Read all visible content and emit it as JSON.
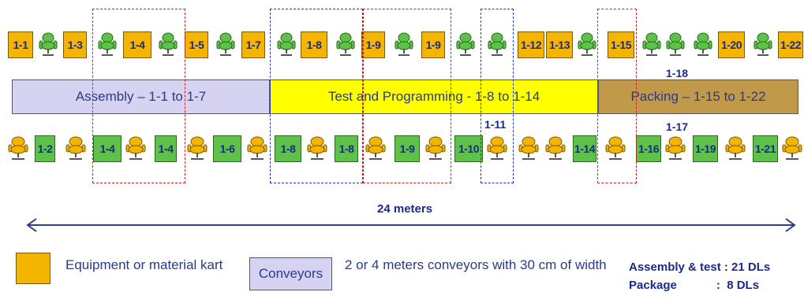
{
  "top_row_labels": [
    "1-1",
    "1-3",
    "1-4",
    "1-5",
    "1-7",
    "1-8",
    "1-9",
    "1-9",
    "1-12",
    "1-13",
    "1-15",
    "1-20",
    "1-22"
  ],
  "bottom_row_labels": [
    "1-2",
    "1-4",
    "1-4",
    "1-6",
    "1-8",
    "1-8",
    "1-9",
    "1-10",
    "1-14",
    "1-16",
    "1-19",
    "1-21"
  ],
  "floating_labels": {
    "top_extra": "1-18",
    "mid_extra": "1-11",
    "bottom_extra": "1-17"
  },
  "conveyors": {
    "assembly": "Assembly – 1-1 to 1-7",
    "test": "Test and Programming  - 1-8 to 1-14",
    "packing": "Packing – 1-15 to 1-22"
  },
  "dimension": {
    "label": "24 meters"
  },
  "legend": {
    "equipment": "Equipment or material kart",
    "conveyor_swatch": "Conveyors",
    "conveyor_desc": "2 or 4 meters conveyors with 30 cm of width"
  },
  "summary": {
    "line1": "Assembly  & test : 21 DLs",
    "line2": "Package            :  8 DLs"
  },
  "colors": {
    "equipment": "#f5b400",
    "workstation": "#5ec24a",
    "assembly_conveyor": "#d6d3f2",
    "test_conveyor": "#ffff00",
    "packing_conveyor": "#c09a4a",
    "red_dash": "#cc2222",
    "blue_dash": "#2233cc",
    "arrow": "#2e3a8c"
  },
  "icons": {
    "operator_chair_top": "green-operator-chair-icon",
    "operator_chair_bottom": "yellow-operator-chair-icon"
  }
}
